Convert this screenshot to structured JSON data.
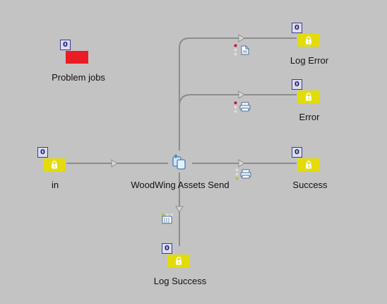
{
  "nodes": {
    "problem_jobs": {
      "label": "Problem jobs",
      "count": "0"
    },
    "in": {
      "label": "in",
      "count": "0"
    },
    "log_error": {
      "label": "Log Error",
      "count": "0"
    },
    "error": {
      "label": "Error",
      "count": "0"
    },
    "success": {
      "label": "Success",
      "count": "0"
    },
    "log_success": {
      "label": "Log Success",
      "count": "0"
    },
    "woodwing": {
      "label": "WoodWing Assets Send"
    }
  },
  "icons": {
    "folder": "lock-icon",
    "flow": "woodwing-assets-icon",
    "connection_markers": [
      "document-icon",
      "printer-icon",
      "printer-icon",
      "file-stack-icon"
    ]
  },
  "colors": {
    "background": "#c3c3c3",
    "folder_box": "#e3dc08",
    "problem_box": "#ec1c24",
    "connection_line": "#8d8d8d",
    "badge_border": "#3a3d8f",
    "status_red": "#c8102e",
    "status_green": "#9acd32"
  }
}
